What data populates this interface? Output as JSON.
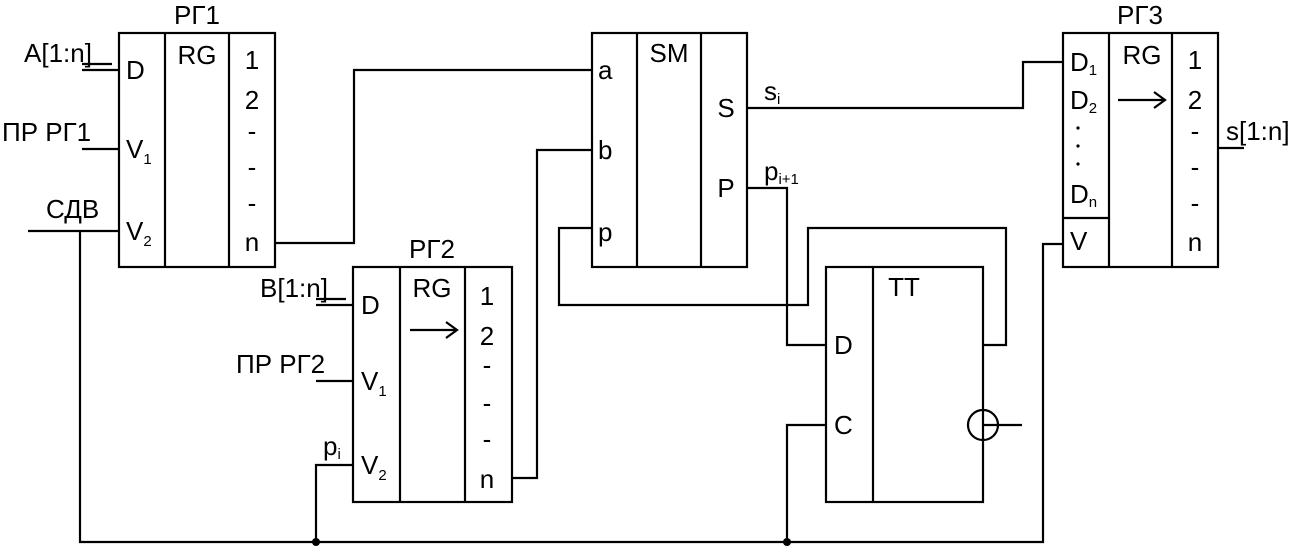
{
  "blocks": {
    "rg1": {
      "title": "РГ1",
      "type": "RG",
      "inputs": [
        "D",
        "V",
        "V"
      ],
      "input_subs": [
        "",
        "1",
        "2"
      ],
      "outputs": [
        "1",
        "2",
        "-",
        "-",
        "-",
        "n"
      ]
    },
    "rg2": {
      "title": "РГ2",
      "type": "RG",
      "inputs": [
        "D",
        "V",
        "V"
      ],
      "input_subs": [
        "",
        "1",
        "2"
      ],
      "outputs": [
        "1",
        "2",
        "-",
        "-",
        "-",
        "n"
      ]
    },
    "rg3": {
      "title": "РГ3",
      "type": "RG",
      "inputs": [
        "D",
        "D",
        "D",
        "V"
      ],
      "input_subs": [
        "1",
        "2",
        "n",
        ""
      ],
      "outputs": [
        "1",
        "2",
        "-",
        "-",
        "-",
        "n"
      ]
    },
    "sm": {
      "type": "SM",
      "inputs": [
        "a",
        "b",
        "p"
      ],
      "outputs": [
        "S",
        "P"
      ]
    },
    "tt": {
      "type": "TT",
      "inputs": [
        "D",
        "C"
      ]
    }
  },
  "signals": {
    "a_bus": "A[1:n]",
    "pr_rg1": "ПР РГ1",
    "sdv": "СДВ",
    "b_bus": "B[1:n]",
    "pr_rg2": "ПР РГ2",
    "p_i": "p",
    "p_i_sub": "i",
    "s_i": "s",
    "s_i_sub": "i",
    "p_next": "p",
    "p_next_sub": "i+1",
    "s_bus": "s[1:n]"
  }
}
